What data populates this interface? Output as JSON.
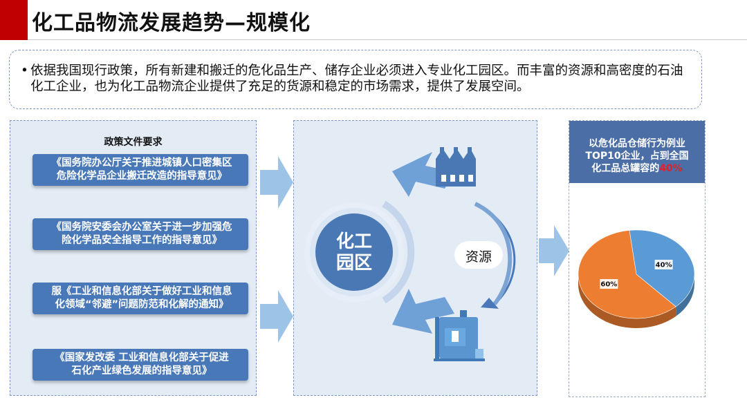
{
  "header": {
    "title": "化工品物流发展趋势—规模化"
  },
  "intro": {
    "bullet": "•",
    "text": "依据我国现行政策，所有新建和搬迁的危化品生产、储存企业必须进入专业化工园区。而丰富的资源和高密度的石油化工企业，也为化工品物流企业提供了充足的货源和稳定的市场需求，提供了发展空间。"
  },
  "policy": {
    "title": "政策文件要求",
    "docs": [
      {
        "line1": "《国务院办公厅关于推进城镇人口密集区",
        "line2": "危险化学品企业搬迁改造的指导意见》"
      },
      {
        "line1": "《国务院安委会办公室关于进一步加强危",
        "line2": "险化学品安全指导工作的指导意见》"
      },
      {
        "line1": "服《工业和信息化部关于做好工业和信息",
        "line2": "化领域“邻避”问题防范和化解的通知》"
      },
      {
        "line1": "《国家发改委 工业和信息化部关于促进",
        "line2": "石化产业绿色发展的指导意见》"
      }
    ]
  },
  "center": {
    "park_line1": "化工",
    "park_line2": "园区",
    "resource_label": "资源",
    "icons": [
      "factory-icon",
      "storage-tank-icon"
    ]
  },
  "right": {
    "header_line1": "以危化品仓储行为例业",
    "header_line2": "TOP10企业，占到全国",
    "header_line3_prefix": "化工品总罐容的",
    "header_highlight": "40%"
  },
  "chart_data": {
    "type": "pie",
    "title": "",
    "slices": [
      {
        "label": "40%",
        "value": 40,
        "color": "#5b9bd5"
      },
      {
        "label": "60%",
        "value": 60,
        "color": "#ed7d31"
      }
    ]
  },
  "colors": {
    "accent_red": "#c00000",
    "doc_box_blue": "#4878b8",
    "panel_bg": "#e3ebf5",
    "highlight_red": "#e0212a"
  }
}
